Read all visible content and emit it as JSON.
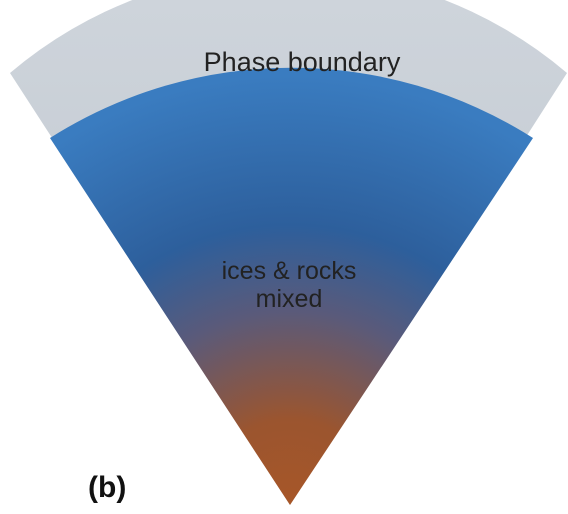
{
  "diagram": {
    "outer_label": "Phase boundary",
    "inner_label_line1": "ices & rocks",
    "inner_label_line2": "mixed",
    "panel_label": "(b)"
  },
  "colors": {
    "outer_layer": "#c5ccd4",
    "core_top": "#2f6cb0",
    "core_mid": "#4a5f8a",
    "core_bottom": "#a75628"
  }
}
